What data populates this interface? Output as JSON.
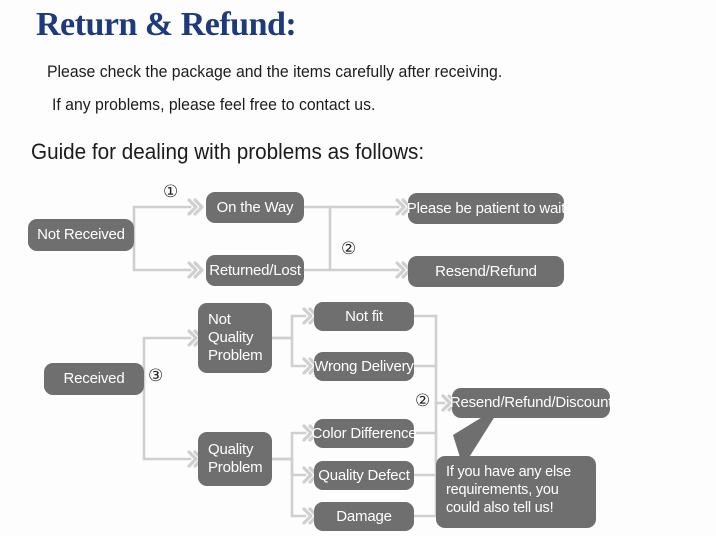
{
  "header": {
    "title": "Return & Refund:",
    "intro_line_1": "Please check the package and the items carefully after receiving.",
    "intro_line_2": "If any problems, please feel free to contact us.",
    "guide_heading": "Guide for dealing with problems as follows:"
  },
  "colors": {
    "title": "#1e3a7e",
    "node_fill": "#6f6f6f",
    "node_text": "#ffffff",
    "connector": "#cfcfcf",
    "body_text": "#1c1c1c",
    "background": "#fdfdfd"
  },
  "flowchart": {
    "nodes": [
      {
        "id": "not-received",
        "label": "Not Received"
      },
      {
        "id": "on-the-way",
        "label": "On the Way"
      },
      {
        "id": "returned-lost",
        "label": "Returned/Lost"
      },
      {
        "id": "please-wait",
        "label": "Please be patient to wait"
      },
      {
        "id": "resend-refund",
        "label": "Resend/Refund"
      },
      {
        "id": "received",
        "label": "Received"
      },
      {
        "id": "not-quality-problem",
        "label": "Not\nQuality\nProblem"
      },
      {
        "id": "quality-problem",
        "label": "Quality\nProblem"
      },
      {
        "id": "not-fit",
        "label": "Not fit"
      },
      {
        "id": "wrong-delivery",
        "label": "Wrong Delivery"
      },
      {
        "id": "color-difference",
        "label": "Color Difference"
      },
      {
        "id": "quality-defect",
        "label": "Quality Defect"
      },
      {
        "id": "damage",
        "label": "Damage"
      },
      {
        "id": "resend-refund-discount",
        "label": "Resend/Refund/Discount"
      }
    ],
    "step_markers": [
      {
        "id": "marker-1",
        "label": "①"
      },
      {
        "id": "marker-2-top",
        "label": "②"
      },
      {
        "id": "marker-3",
        "label": "③"
      },
      {
        "id": "marker-2-bottom",
        "label": "②"
      }
    ],
    "callout": {
      "text": "If you have any else requirements, you could also tell us!"
    }
  }
}
